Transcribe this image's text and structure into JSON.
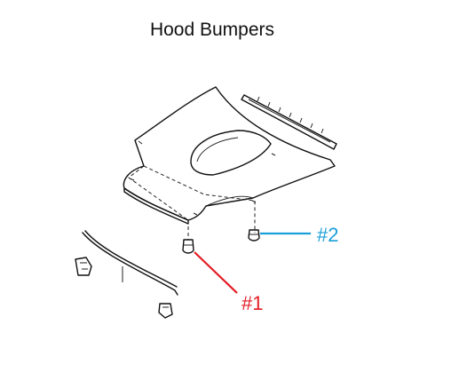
{
  "title": "Hood Bumpers",
  "callouts": [
    {
      "label": "#1",
      "color": "#e31b23"
    },
    {
      "label": "#2",
      "color": "#1a9fd8"
    }
  ],
  "parts": {
    "hood": "hood-panel",
    "weatherstrip": "cowl-weatherstrip",
    "cable": "hood-release-cable"
  }
}
